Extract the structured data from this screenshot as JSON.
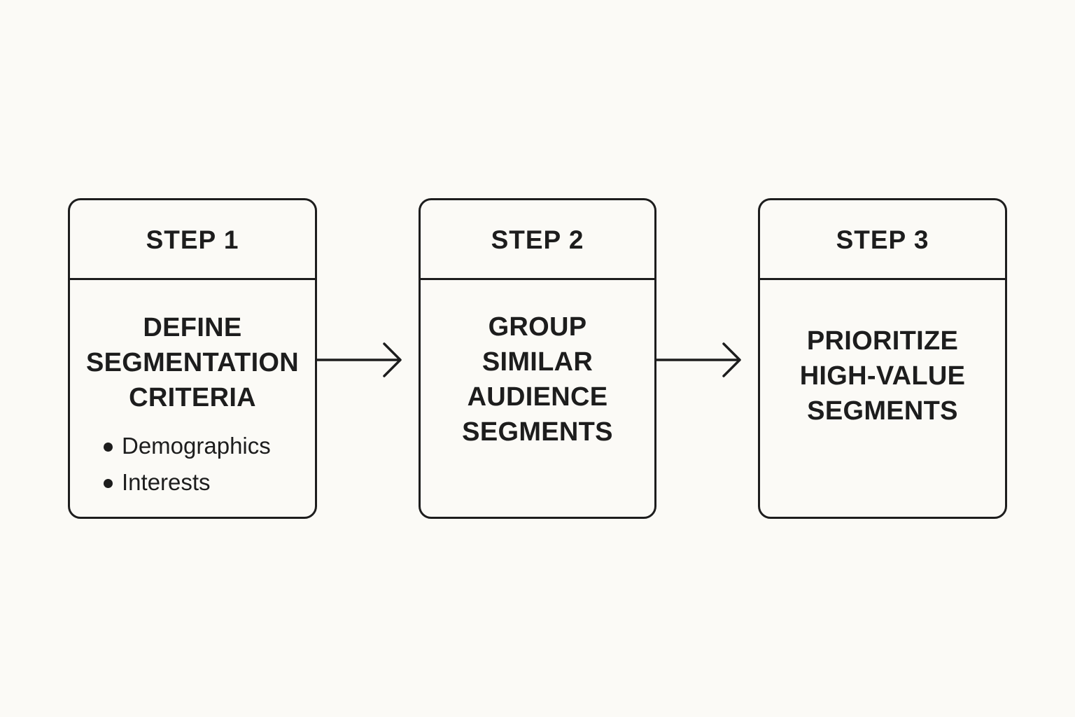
{
  "steps": [
    {
      "label": "STEP 1",
      "title_lines": [
        "DEFINE",
        "SEGMENTATION",
        "CRITERIA"
      ],
      "bullets": [
        "Demographics",
        "Interests"
      ]
    },
    {
      "label": "STEP 2",
      "title_lines": [
        "GROUP",
        "SIMILAR",
        "AUDIENCE",
        "SEGMENTS"
      ]
    },
    {
      "label": "STEP 3",
      "title_lines": [
        "PRIORITIZE",
        "HIGH-VALUE",
        "SEGMENTS"
      ]
    }
  ],
  "arrows": [
    {
      "from": "STEP 1",
      "to": "STEP 2",
      "icon": "arrow-right-icon"
    },
    {
      "from": "STEP 2",
      "to": "STEP 3",
      "icon": "arrow-right-icon"
    }
  ],
  "colors": {
    "background": "#fbfaf6",
    "stroke": "#1d1d1d",
    "text": "#1d1d1d"
  }
}
